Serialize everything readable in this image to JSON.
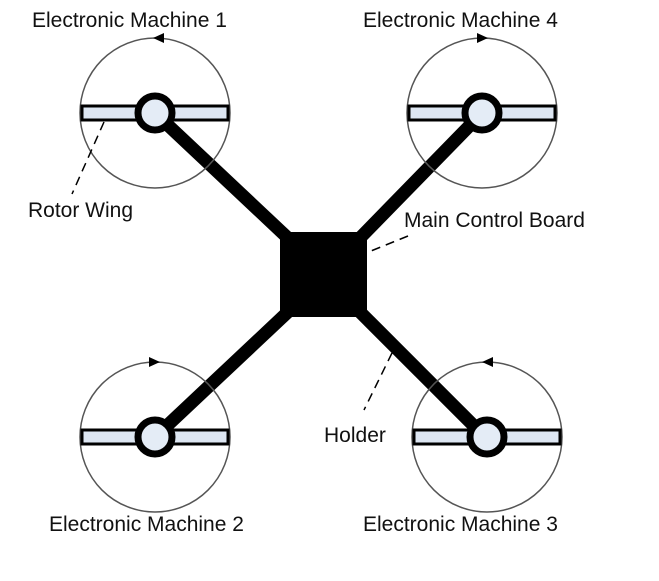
{
  "labels": {
    "machine_1": "Electronic Machine 1",
    "machine_2": "Electronic Machine 2",
    "machine_3": "Electronic Machine 3",
    "machine_4": "Electronic Machine 4",
    "rotor_wing": "Rotor Wing",
    "main_control_board": "Main Control Board",
    "holder": "Holder"
  },
  "colors": {
    "line": "#000000",
    "circle_outline": "#555555",
    "wing_fill": "#dde6f2",
    "hub_fill": "#e4ecf6"
  }
}
